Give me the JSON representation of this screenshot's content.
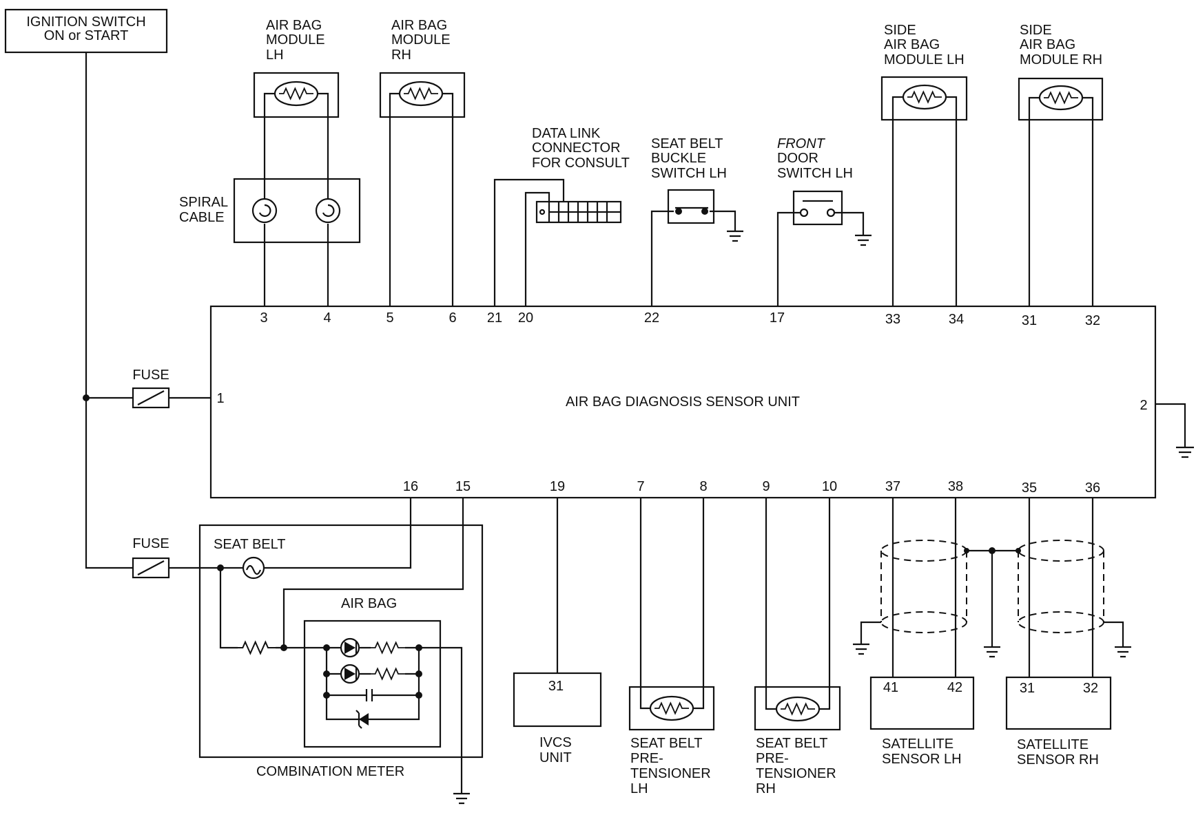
{
  "ignition": {
    "line1": "IGNITION SWITCH",
    "line2": "ON or START"
  },
  "fuse_upper": "FUSE",
  "fuse_lower": "FUSE",
  "spiral_cable": {
    "line1": "SPIRAL",
    "line2": "CABLE"
  },
  "airbag_lh": {
    "line1": "AIR BAG",
    "line2": "MODULE",
    "line3": "LH"
  },
  "airbag_rh": {
    "line1": "AIR BAG",
    "line2": "MODULE",
    "line3": "RH"
  },
  "data_link": {
    "line1": "DATA LINK",
    "line2": "CONNECTOR",
    "line3": "FOR CONSULT"
  },
  "buckle": {
    "line1": "SEAT BELT",
    "line2": "BUCKLE",
    "line3": "SWITCH LH"
  },
  "door": {
    "line1": "FRONT",
    "line2": "DOOR",
    "line3": "SWITCH LH"
  },
  "side_lh": {
    "line1": "SIDE",
    "line2": "AIR BAG",
    "line3": "MODULE LH"
  },
  "side_rh": {
    "line1": "SIDE",
    "line2": "AIR BAG",
    "line3": "MODULE RH"
  },
  "unit": {
    "title": "AIR BAG DIAGNOSIS SENSOR UNIT",
    "pins": {
      "p1": "1",
      "p2": "2",
      "p3": "3",
      "p4": "4",
      "p5": "5",
      "p6": "6",
      "p21": "21",
      "p20": "20",
      "p22": "22",
      "p17": "17",
      "p33": "33",
      "p34": "34",
      "p31": "31",
      "p32": "32",
      "p16": "16",
      "p15": "15",
      "p19": "19",
      "p7": "7",
      "p8": "8",
      "p9": "9",
      "p10": "10",
      "p37": "37",
      "p38": "38",
      "p35": "35",
      "p36": "36"
    }
  },
  "meter": {
    "seat_belt": "SEAT BELT",
    "air_bag": "AIR BAG",
    "title": "COMBINATION METER"
  },
  "ivcs": {
    "pin": "31",
    "line1": "IVCS",
    "line2": "UNIT"
  },
  "pret_lh": {
    "line1": "SEAT BELT",
    "line2": "PRE-",
    "line3": "TENSIONER",
    "line4": "LH"
  },
  "pret_rh": {
    "line1": "SEAT BELT",
    "line2": "PRE-",
    "line3": "TENSIONER",
    "line4": "RH"
  },
  "sat_lh": {
    "pin_a": "41",
    "pin_b": "42",
    "line1": "SATELLITE",
    "line2": "SENSOR LH"
  },
  "sat_rh": {
    "pin_a": "31",
    "pin_b": "32",
    "line1": "SATELLITE",
    "line2": "SENSOR RH"
  }
}
